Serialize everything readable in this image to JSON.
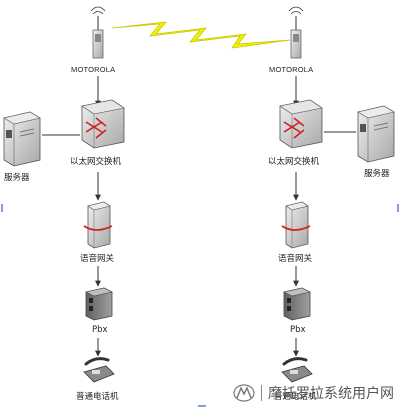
{
  "left": {
    "radio_label": "MOTOROLA",
    "switch_label": "以太网交换机",
    "server_label": "服务器",
    "gateway_label": "语音网关",
    "pbx_label": "Pbx",
    "phone_label": "普通电话机"
  },
  "right": {
    "radio_label": "MOTOROLA",
    "switch_label": "以太网交换机",
    "server_label": "服务器",
    "gateway_label": "语音网关",
    "pbx_label": "Pbx",
    "phone_label": "普通电话机"
  },
  "watermark": {
    "text": "摩托罗拉系统用户网"
  },
  "colors": {
    "lightning": "#f2f200",
    "link": "#333333",
    "device_body": "#d9d9d9",
    "accent_red": "#cc2222"
  }
}
